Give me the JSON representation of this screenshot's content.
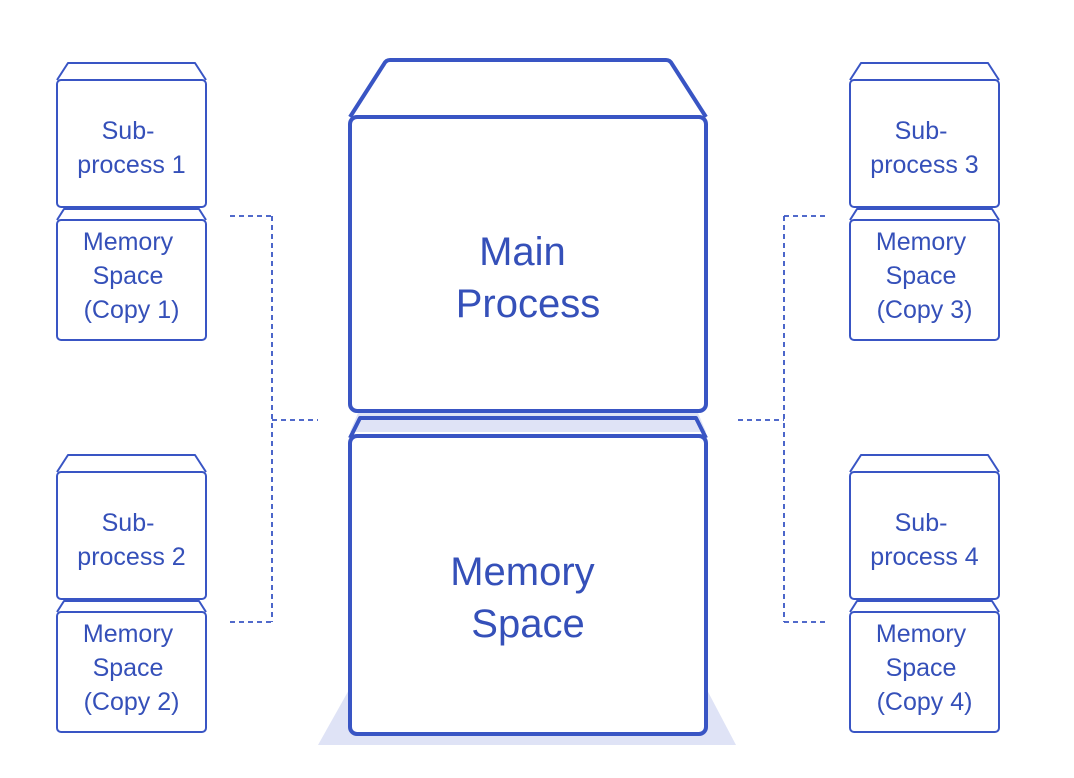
{
  "colors": {
    "stroke": "#3955c4",
    "text": "#3550b9",
    "fill": "#ffffff",
    "shadow": "#dfe3f6",
    "connector": "#3955c4"
  },
  "main": {
    "process_lines": [
      "Main",
      "Process"
    ],
    "memory_lines": [
      "Memory",
      "Space"
    ]
  },
  "subprocesses": [
    {
      "process_lines": [
        "Sub-",
        "process 1"
      ],
      "memory_lines": [
        "Memory",
        "Space",
        "(Copy 1)"
      ]
    },
    {
      "process_lines": [
        "Sub-",
        "process 2"
      ],
      "memory_lines": [
        "Memory",
        "Space",
        "(Copy 2)"
      ]
    },
    {
      "process_lines": [
        "Sub-",
        "process 3"
      ],
      "memory_lines": [
        "Memory",
        "Space",
        "(Copy 3)"
      ]
    },
    {
      "process_lines": [
        "Sub-",
        "process 4"
      ],
      "memory_lines": [
        "Memory",
        "Space",
        "(Copy 4)"
      ]
    }
  ]
}
